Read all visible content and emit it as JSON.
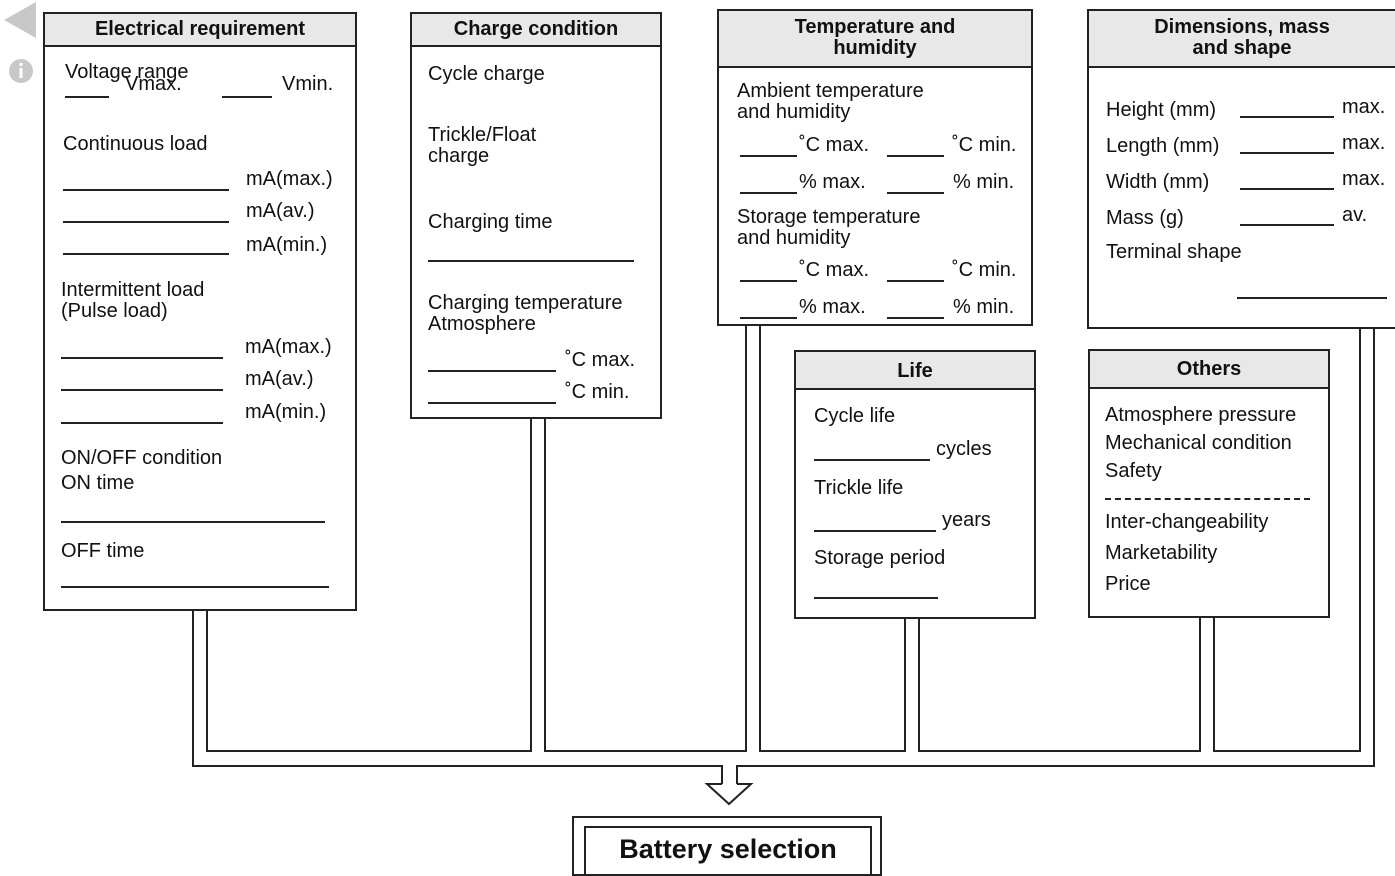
{
  "electrical": {
    "title": "Electrical requirement",
    "voltage_range": "Voltage range",
    "vmax": "Vmax.",
    "vmin": "Vmin.",
    "continuous_load": "Continuous load",
    "ma_max": "mA(max.)",
    "ma_av": "mA(av.)",
    "ma_min": "mA(min.)",
    "intermittent": "Intermittent load\n(Pulse load)",
    "onoff": "ON/OFF condition",
    "on_time": "ON time",
    "off_time": "OFF time"
  },
  "charge": {
    "title": "Charge condition",
    "cycle_charge": "Cycle charge",
    "trickle": "Trickle/Float\ncharge",
    "charging_time": "Charging time",
    "charging_temp": "Charging temperature\nAtmosphere",
    "c_max": "˚C max.",
    "c_min": "˚C min."
  },
  "temperature": {
    "title": "Temperature and\nhumidity",
    "ambient": "Ambient temperature\nand humidity",
    "storage": "Storage temperature\nand humidity",
    "c_max": "˚C max.",
    "c_min": "˚C min.",
    "pct_max": "% max.",
    "pct_min": "% min."
  },
  "dimensions": {
    "title": "Dimensions, mass\nand shape",
    "height": "Height (mm)",
    "length": "Length (mm)",
    "width": "Width (mm)",
    "mass": "Mass (g)",
    "max": "max.",
    "av": "av.",
    "terminal": "Terminal shape"
  },
  "life": {
    "title": "Life",
    "cycle_life": "Cycle life",
    "cycles": "cycles",
    "trickle_life": "Trickle life",
    "years": "years",
    "storage_period": "Storage period"
  },
  "others": {
    "title": "Others",
    "atmosphere": "Atmosphere pressure",
    "mechanical": "Mechanical condition",
    "safety": "Safety",
    "interchange": "Inter-changeability",
    "marketability": "Marketability",
    "price": "Price"
  },
  "selection": {
    "label": "Battery selection"
  },
  "colors": {
    "line": "#222222",
    "header_fill": "#e8e8e8",
    "nav_icon": "#c8c8c8"
  },
  "icons": {
    "back": "back-arrow-icon",
    "info": "info-icon"
  }
}
